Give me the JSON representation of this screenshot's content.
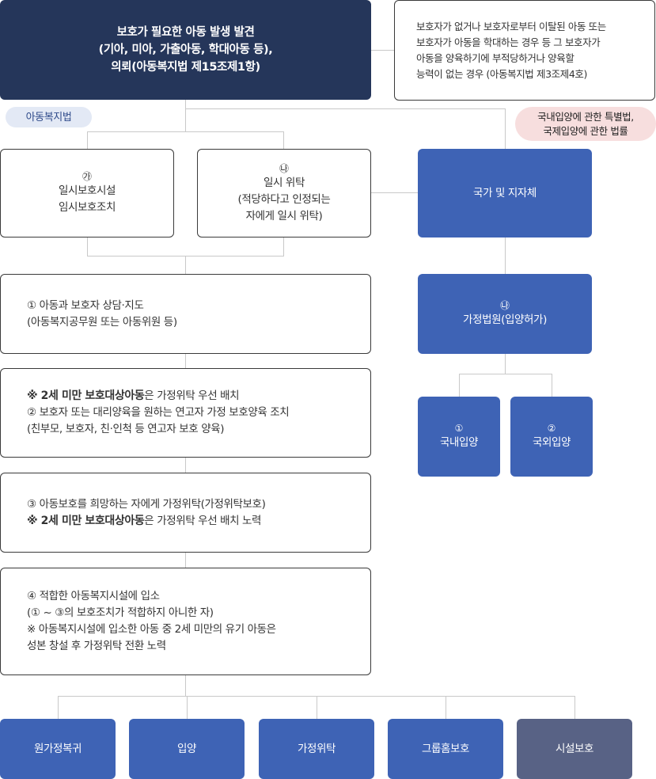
{
  "top_box": {
    "lines": [
      "보호가 필요한 아동 발생 발견",
      "(기아, 미아, 가출아동, 학대아동 등),",
      "의뢰(아동복지법 제15조제1항)"
    ]
  },
  "definition_box": {
    "lines": [
      "보호자가 없거나 보호자로부터 이탈된 아동 또는",
      "보호자가 아동을 학대하는 경우 등 그 보호자가",
      "아동을 양육하기에 부적당하거나 양육할",
      "능력이 없는 경우 (아동복지법 제3조제4호)"
    ]
  },
  "tags": {
    "child_welfare_act": "아동복지법",
    "adoption_act_line1": "국내입양에 관한 특별법,",
    "adoption_act_line2": "국제입양에 관한 법률"
  },
  "temp_protection": {
    "mark": "㉮",
    "line1": "일시보호시설",
    "line2": "임시보호조치"
  },
  "temp_placement": {
    "mark": "㉯",
    "line1": "일시 위탁",
    "line2": "(적당하다고 인정되는",
    "line3": "자에게 일시 위탁)"
  },
  "state_local": {
    "label": "국가 및 지자체"
  },
  "family_court": {
    "mark": "㉯",
    "label": "가정법원(입양허가)"
  },
  "domestic_adoption": {
    "mark": "①",
    "label": "국내입양"
  },
  "intl_adoption": {
    "mark": "②",
    "label": "국외입양"
  },
  "step1": {
    "line1": "① 아동과 보호자 상담·지도",
    "line2": "(아동복지공무원 또는 아동위원 등)"
  },
  "step2": {
    "bold1": "※ 2세 미만 보호대상아동",
    "rest1": "은 가정위탁 우선 배치",
    "line2": "② 보호자 또는 대리양육을 원하는 연고자 가정 보호양육 조치",
    "line3": "(친부모, 보호자, 친·인척 등 연고자 보호 양육)"
  },
  "step3": {
    "line1": "③ 아동보호를 희망하는 자에게 가정위탁(가정위탁보호)",
    "bold2": "※ 2세 미만 보호대상아동",
    "rest2": "은 가정위탁 우선 배치 노력"
  },
  "step4": {
    "line1": "④ 적합한 아동복지시설에 입소",
    "line2": "(① ~ ③의 보호조치가 적합하지 아니한 자)",
    "line3": "※ 아동복지시설에 입소한 아동 중 2세 미만의 유기 아동은",
    "line4": "성본 창설 후 가정위탁 전환 노력"
  },
  "outcomes": [
    {
      "label": "원가정복귀"
    },
    {
      "label": "입양"
    },
    {
      "label": "가정위탁"
    },
    {
      "label": "그룹홈보호"
    },
    {
      "label": "시설보호"
    }
  ],
  "colors": {
    "navy": "#25365a",
    "blue": "#3e63b5",
    "slate": "#586285",
    "tag_blue_bg": "#e3e9f5",
    "tag_pink_bg": "#f7dede",
    "connector": "#c9c9c9"
  }
}
